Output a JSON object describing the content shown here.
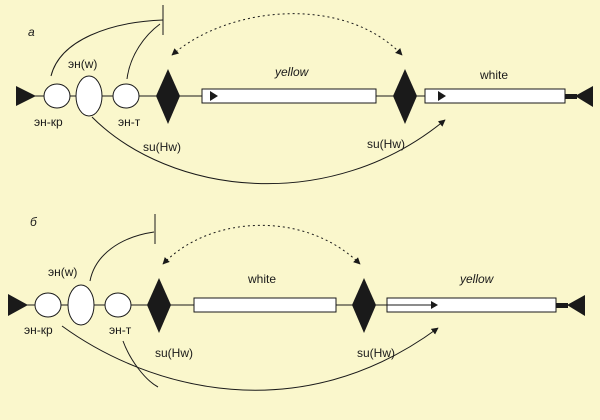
{
  "colors": {
    "background": "#faf7cc",
    "ink": "#1a1a1a",
    "element_fill": "#ffffff"
  },
  "panels": [
    {
      "id": "a",
      "label": "а",
      "enhancers": {
        "ehn_kr": "эн-кр",
        "ehn_w": "эн(w)",
        "ehn_t": "эн-т"
      },
      "insulators": [
        "su(Hw)",
        "su(Hw)"
      ],
      "genes": [
        {
          "name": "yellow",
          "italic": true
        },
        {
          "name": "white",
          "italic": false
        }
      ]
    },
    {
      "id": "b",
      "label": "б",
      "enhancers": {
        "ehn_kr": "эн-кр",
        "ehn_w": "эн(w)",
        "ehn_t": "эн-т"
      },
      "insulators": [
        "su(Hw)",
        "su(Hw)"
      ],
      "genes": [
        {
          "name": "white",
          "italic": false
        },
        {
          "name": "yellow",
          "italic": true
        }
      ]
    }
  ]
}
